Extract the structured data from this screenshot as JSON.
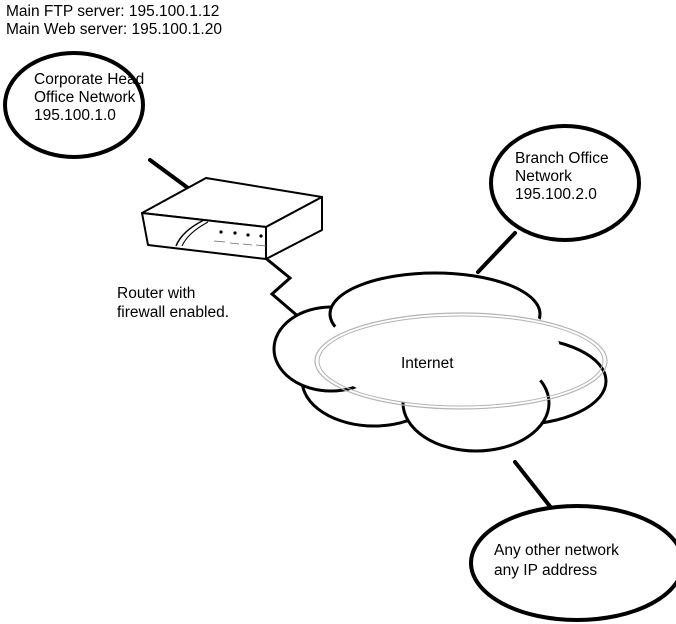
{
  "header": {
    "ftp_line": "Main FTP server: 195.100.1.12",
    "web_line": "Main Web server: 195.100.1.20"
  },
  "nodes": {
    "head_office": {
      "line1": "Corporate Head",
      "line2": "Office Network",
      "line3": "195.100.1.0"
    },
    "branch_office": {
      "line1": "Branch Office",
      "line2": "Network",
      "line3": "195.100.2.0"
    },
    "internet": {
      "label": "Internet"
    },
    "other_network": {
      "line1": "Any other network",
      "line2": "any IP address"
    },
    "router": {
      "line1": "Router with",
      "line2": "firewall enabled."
    }
  },
  "colors": {
    "stroke": "#000000",
    "fill": "#ffffff",
    "inner_cloud": "#b4b4b4"
  },
  "icons": {
    "router": "router-device-icon",
    "cloud": "cloud-icon",
    "link": "serial-link-icon"
  }
}
